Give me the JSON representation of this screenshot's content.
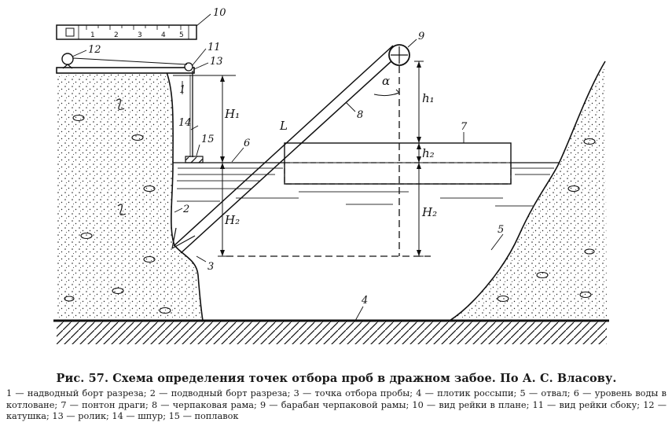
{
  "figure": {
    "callouts": {
      "c1": "1",
      "c2": "2",
      "c2b": "2",
      "c3": "3",
      "c4": "4",
      "c5": "5",
      "c6": "6",
      "c7": "7",
      "c8": "8",
      "c9": "9",
      "c10": "10",
      "c11": "11",
      "c12": "12",
      "c13": "13",
      "c14": "14",
      "c15": "15"
    },
    "dimensions": {
      "H1": "H₁",
      "H2_left": "H₂",
      "h1": "h₁",
      "h2": "h₂",
      "H2_right": "H₂",
      "L": "L",
      "alpha": "α"
    },
    "ruler_marks": [
      "1",
      "2",
      "3",
      "4",
      "5"
    ]
  },
  "caption": {
    "title": "Рис. 57. Схема определения точек отбора проб в дражном забое. По А. С. Власову.",
    "legend": "1 — надводный борт разреза; 2 — подводный борт разреза; 3 — точка отбора пробы; 4 — плотик россыпи; 5 — отвал; 6 — уровень воды в котловане; 7 — понтон драги; 8 — черпаковая рама; 9 — барабан черпаковой рамы; 10 — вид рейки в плане; 11 — вид рейки сбоку; 12 — катушка; 13 — ролик; 14 — шпур; 15 — поплавок"
  }
}
